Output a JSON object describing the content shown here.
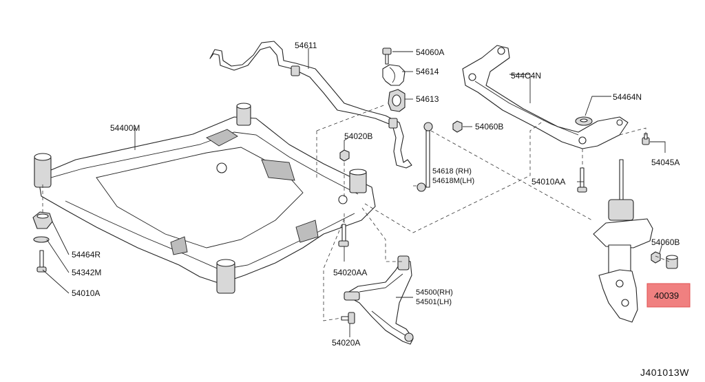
{
  "diagram_ref": "J401013W",
  "highlight_color": "#f08080",
  "labels": {
    "p54611": "54611",
    "p54060A": "54060A",
    "p54614": "54614",
    "p54613": "54613",
    "p544C4N": "544C4N",
    "p54464N": "54464N",
    "p54400M": "54400M",
    "p54020B": "54020B",
    "p54060B_top": "54060B",
    "p54618RH": "54618 (RH)",
    "p54618MLH": "54618M(LH)",
    "p54010AA": "54010AA",
    "p54045A": "54045A",
    "p54060B_right": "54060B",
    "p40039": "40039",
    "p54464R": "54464R",
    "p54342M": "54342M",
    "p54010A": "54010A",
    "p54020AA": "54020AA",
    "p54500RH": "54500(RH)",
    "p54501LH": "54501(LH)",
    "p54020A": "54020A"
  }
}
